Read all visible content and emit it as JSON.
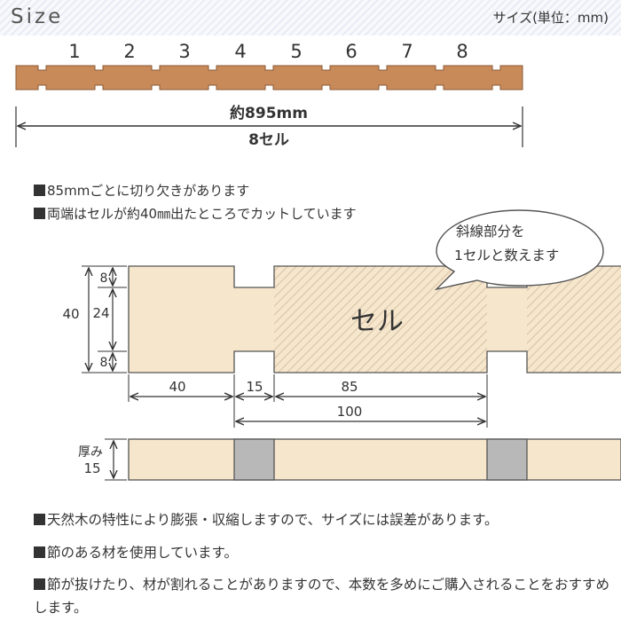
{
  "header": {
    "title": "Size",
    "unit_label": "サイズ(単位：mm)"
  },
  "overview": {
    "cell_numbers": [
      "1",
      "2",
      "3",
      "4",
      "5",
      "6",
      "7",
      "8"
    ],
    "total_length_label": "約895mm",
    "cell_count_label": "8セル"
  },
  "notes_top": [
    "85mmごとに切り欠きがあります",
    "両端はセルが約40㎜出たところでカットしています"
  ],
  "callout": {
    "line1": "斜線部分を",
    "line2": "1セルと数えます"
  },
  "detail": {
    "cell_label": "セル",
    "dim_height_total": "40",
    "dim_notch_top": "8",
    "dim_middle": "24",
    "dim_notch_bottom": "8",
    "dim_end": "40",
    "dim_notch_width": "15",
    "dim_cell": "85",
    "dim_pitch": "100"
  },
  "thickness": {
    "label": "厚み",
    "value": "15"
  },
  "notes_bottom": [
    "天然木の特性により膨張・収縮しますので、サイズには誤差があります。",
    "節のある材を使用しています。",
    "節が抜けたり、材が割れることがありますので、本数を多めにご購入されることをおすすめします。"
  ],
  "colors": {
    "wood_dark": "#c98a5a",
    "wood_light": "#f6e6cc",
    "notch_gray": "#b8b8b8",
    "line": "#333333"
  }
}
